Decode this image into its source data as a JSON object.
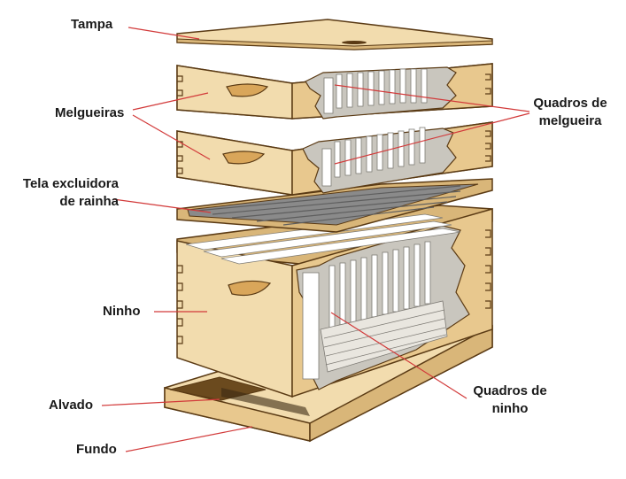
{
  "labels": {
    "tampa": "Tampa",
    "melgueiras": "Melgueiras",
    "tela_line1": "Tela excluidora",
    "tela_line2": "de rainha",
    "ninho": "Ninho",
    "alvado": "Alvado",
    "fundo": "Fundo",
    "quadros_melgueira_line1": "Quadros de",
    "quadros_melgueira_line2": "melgueira",
    "quadros_ninho_line1": "Quadros de",
    "quadros_ninho_line2": "ninho"
  },
  "colors": {
    "wood": "#f2dcae",
    "wood_dark": "#d9b679",
    "wood_edge": "#5a3a14",
    "frame": "#e9e6df",
    "frame_shadow": "#7d7a74",
    "screen": "#8a8a8a",
    "leader": "#d23a3a",
    "text": "#1a1a1a"
  }
}
